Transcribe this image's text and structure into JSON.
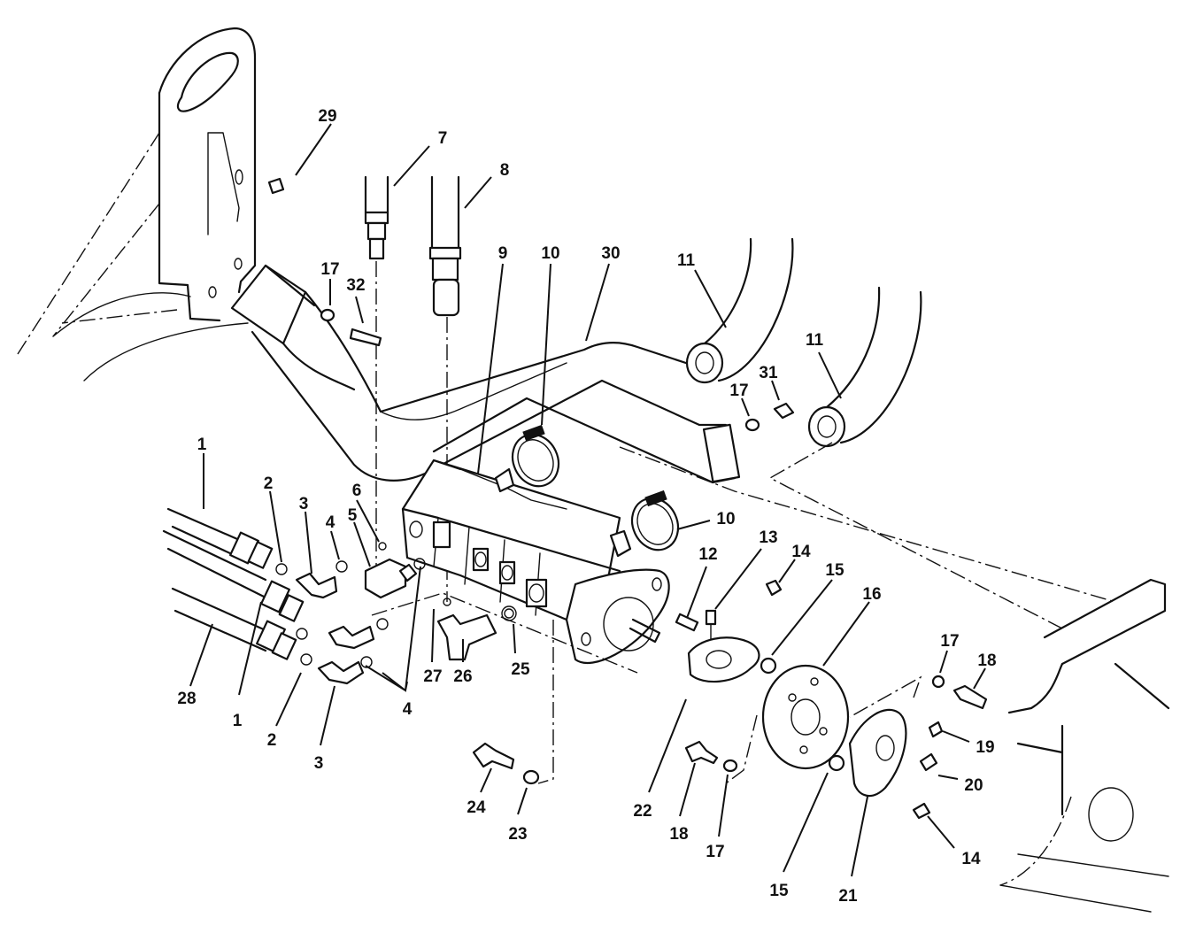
{
  "diagram": {
    "callouts": [
      {
        "id": "c29",
        "text": "29"
      },
      {
        "id": "c7",
        "text": "7"
      },
      {
        "id": "c8",
        "text": "8"
      },
      {
        "id": "c9",
        "text": "9"
      },
      {
        "id": "c10a",
        "text": "10"
      },
      {
        "id": "c30",
        "text": "30"
      },
      {
        "id": "c11a",
        "text": "11"
      },
      {
        "id": "c11b",
        "text": "11"
      },
      {
        "id": "c17a",
        "text": "17"
      },
      {
        "id": "c32",
        "text": "32"
      },
      {
        "id": "c17b",
        "text": "17"
      },
      {
        "id": "c31",
        "text": "31"
      },
      {
        "id": "c1a",
        "text": "1"
      },
      {
        "id": "c2a",
        "text": "2"
      },
      {
        "id": "c3a",
        "text": "3"
      },
      {
        "id": "c6",
        "text": "6"
      },
      {
        "id": "c5",
        "text": "5"
      },
      {
        "id": "c4a",
        "text": "4"
      },
      {
        "id": "c10b",
        "text": "10"
      },
      {
        "id": "c12",
        "text": "12"
      },
      {
        "id": "c13",
        "text": "13"
      },
      {
        "id": "c14a",
        "text": "14"
      },
      {
        "id": "c15a",
        "text": "15"
      },
      {
        "id": "c16",
        "text": "16"
      },
      {
        "id": "c17c",
        "text": "17"
      },
      {
        "id": "c18a",
        "text": "18"
      },
      {
        "id": "c28",
        "text": "28"
      },
      {
        "id": "c1b",
        "text": "1"
      },
      {
        "id": "c2b",
        "text": "2"
      },
      {
        "id": "c3b",
        "text": "3"
      },
      {
        "id": "c4b",
        "text": "4"
      },
      {
        "id": "c27",
        "text": "27"
      },
      {
        "id": "c26",
        "text": "26"
      },
      {
        "id": "c25",
        "text": "25"
      },
      {
        "id": "c24",
        "text": "24"
      },
      {
        "id": "c23",
        "text": "23"
      },
      {
        "id": "c22",
        "text": "22"
      },
      {
        "id": "c18b",
        "text": "18"
      },
      {
        "id": "c17d",
        "text": "17"
      },
      {
        "id": "c19",
        "text": "19"
      },
      {
        "id": "c20",
        "text": "20"
      },
      {
        "id": "c15b",
        "text": "15"
      },
      {
        "id": "c21",
        "text": "21"
      },
      {
        "id": "c14b",
        "text": "14"
      }
    ]
  }
}
